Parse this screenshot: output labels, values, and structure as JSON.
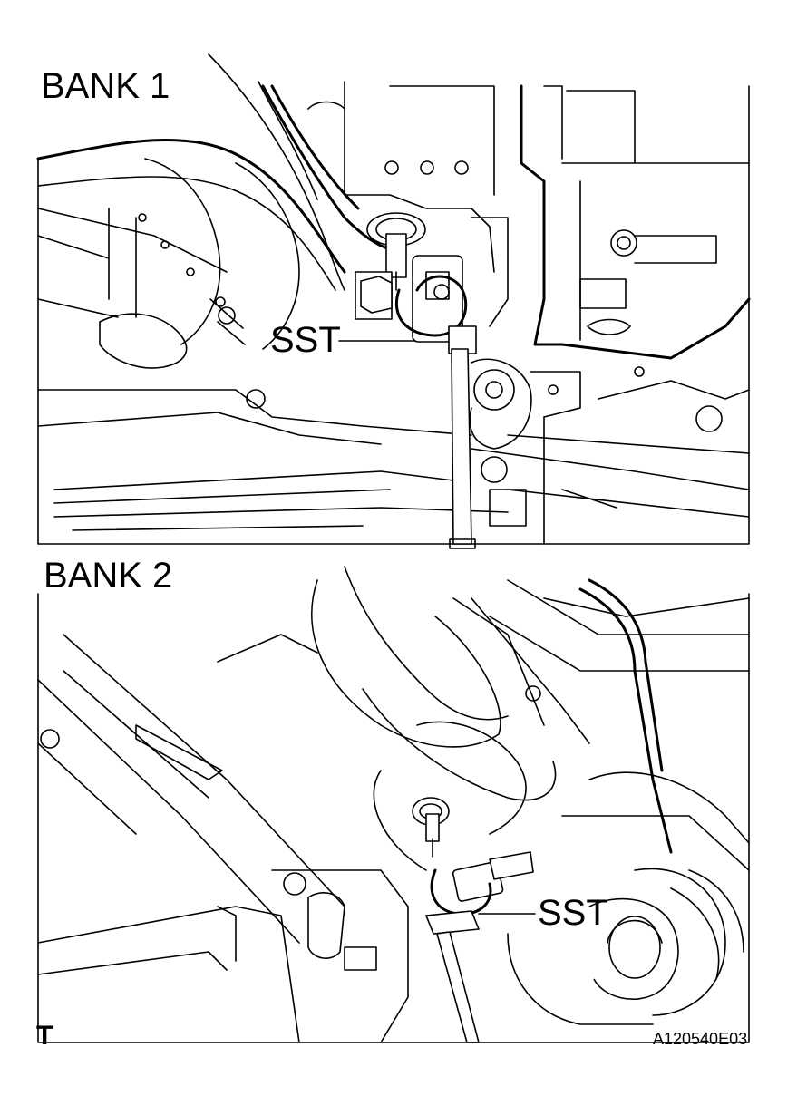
{
  "panels": {
    "top": {
      "label": "BANK 1",
      "tool_label": "SST"
    },
    "bottom": {
      "label": "BANK 2",
      "tool_label": "SST"
    }
  },
  "footer": {
    "corner_mark": "T",
    "figure_code": "A120540E03"
  },
  "colors": {
    "line": "#000000",
    "background": "#ffffff"
  }
}
